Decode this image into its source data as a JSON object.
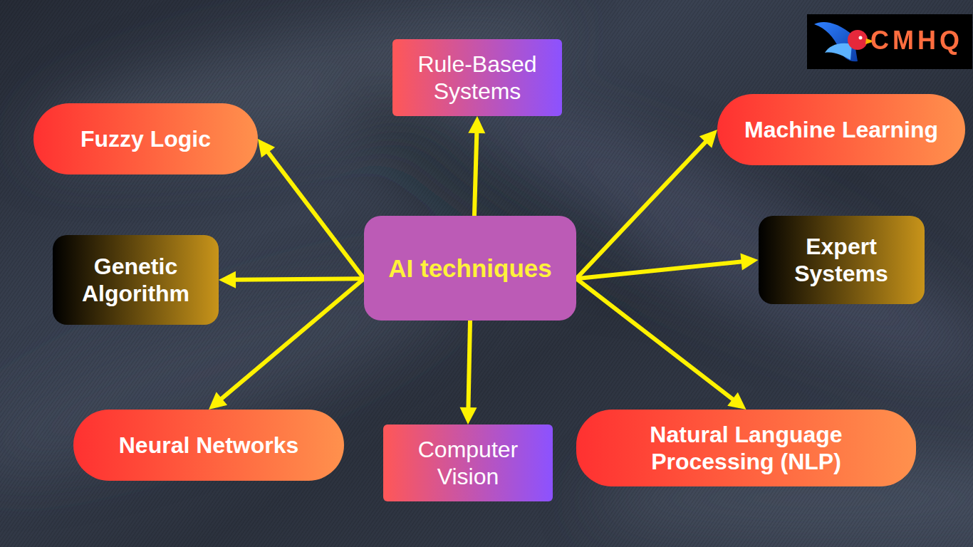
{
  "diagram": {
    "nodes": [
      {
        "text": [
          "Rule-Based Systems"
        ]
      },
      {
        "text": [
          "Fuzzy Logic"
        ]
      },
      {
        "text": [
          "Machine Learning"
        ]
      },
      {
        "text": [
          "Genetic Algorithm"
        ]
      },
      {
        "text": [
          "AI techniques"
        ]
      },
      {
        "text": [
          "Expert Systems"
        ]
      },
      {
        "text": [
          "Neural Networks"
        ]
      },
      {
        "text": [
          "Computer Vision"
        ]
      },
      {
        "text": [
          "Natural Language Processing (NLP)"
        ]
      }
    ],
    "edges": [
      {
        "from": 4,
        "to": 0,
        "arrow": "to"
      },
      {
        "from": 4,
        "to": 1,
        "arrow": "to"
      },
      {
        "from": 4,
        "to": 2,
        "arrow": "to"
      },
      {
        "from": 4,
        "to": 3,
        "arrow": "to"
      },
      {
        "from": 4,
        "to": 5,
        "arrow": "to"
      },
      {
        "from": 4,
        "to": 6,
        "arrow": "to"
      },
      {
        "from": 4,
        "to": 7,
        "arrow": "to"
      },
      {
        "from": 4,
        "to": 8,
        "arrow": "to"
      }
    ],
    "labels": [
      "CMHQ"
    ]
  }
}
